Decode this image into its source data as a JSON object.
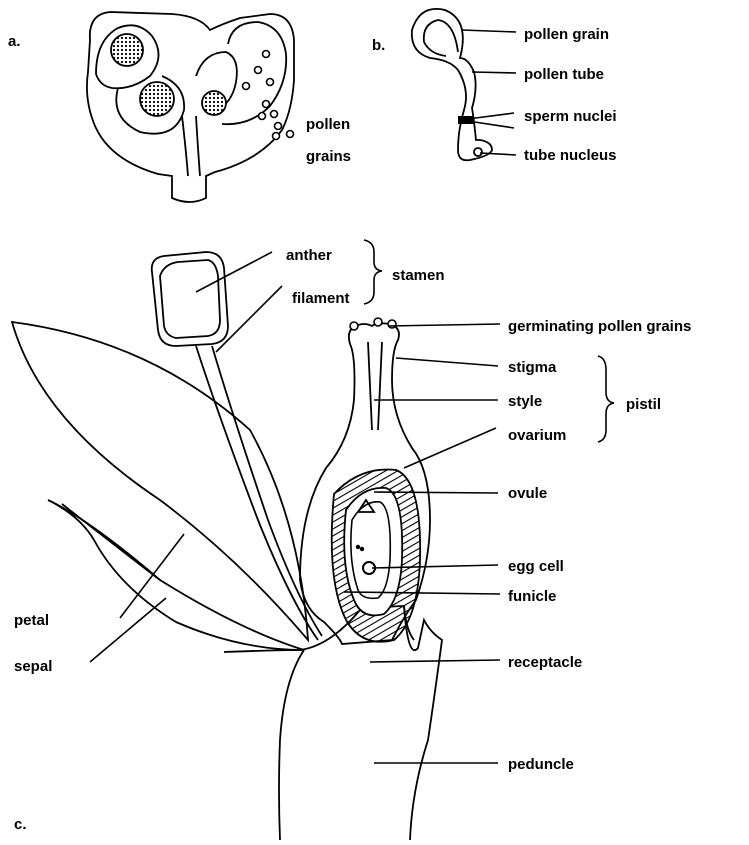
{
  "panels": {
    "a": "a.",
    "b": "b.",
    "c": "c."
  },
  "panel_a": {
    "pollen_grains_line1": "pollen",
    "pollen_grains_line2": "grains"
  },
  "panel_b": {
    "pollen_grain": "pollen grain",
    "pollen_tube": "pollen tube",
    "sperm_nuclei": "sperm nuclei",
    "tube_nucleus": "tube nucleus"
  },
  "panel_c": {
    "anther": "anther",
    "filament": "filament",
    "stamen": "stamen",
    "germinating_pollen_grains": "germinating pollen grains",
    "stigma": "stigma",
    "style": "style",
    "ovarium": "ovarium",
    "pistil": "pistil",
    "ovule": "ovule",
    "egg_cell": "egg cell",
    "funicle": "funicle",
    "petal": "petal",
    "sepal": "sepal",
    "receptacle": "receptacle",
    "peduncle": "peduncle"
  },
  "colors": {
    "ink": "#000000",
    "paper": "#ffffff"
  }
}
